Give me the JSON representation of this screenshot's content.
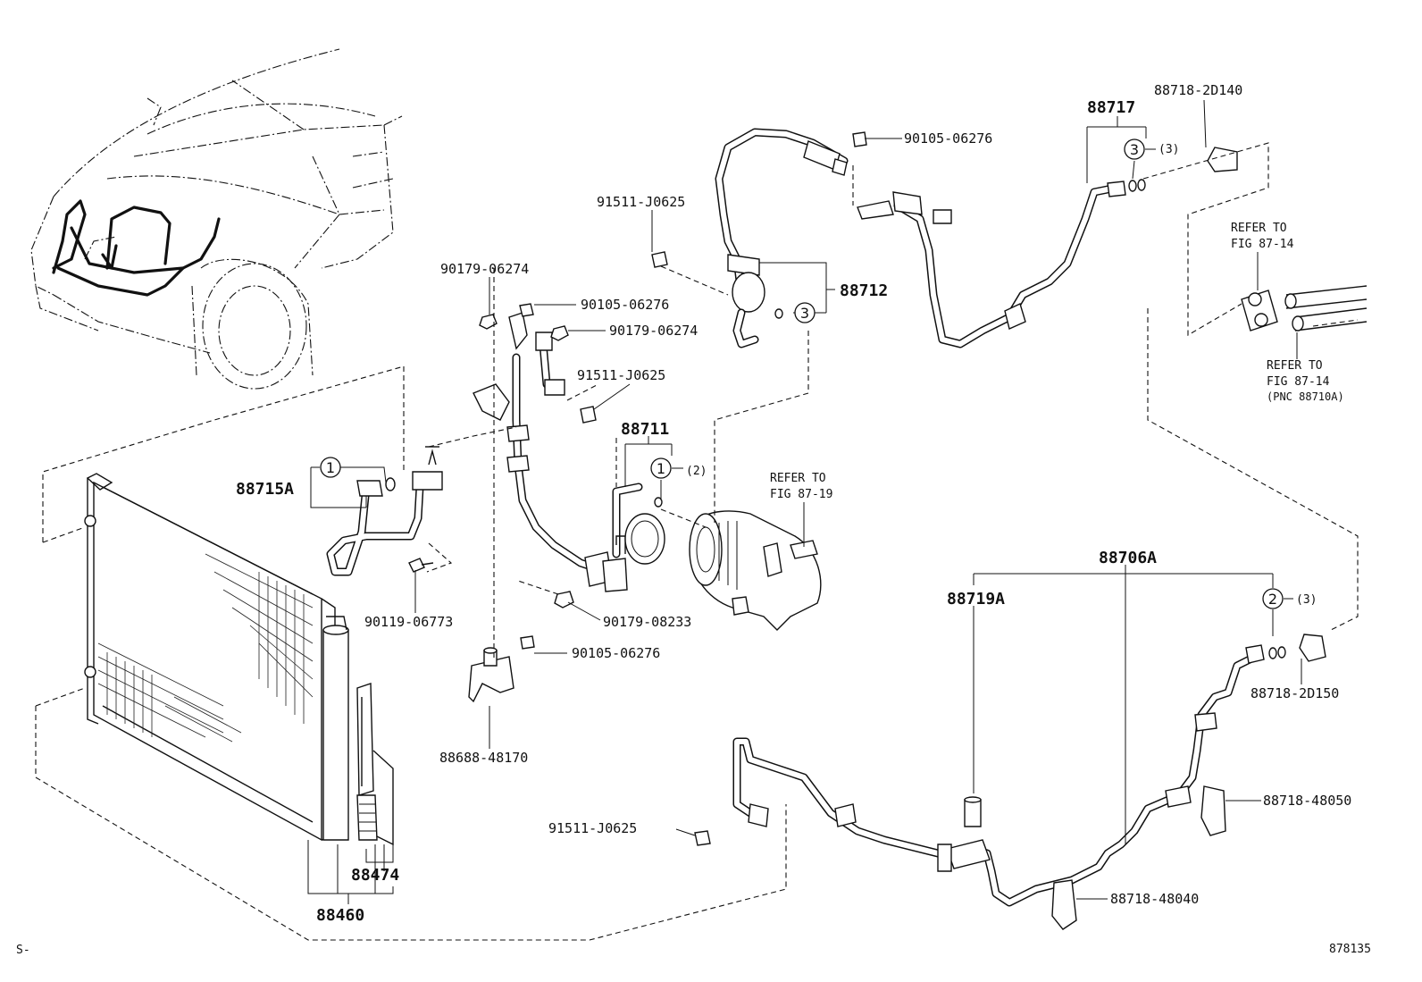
{
  "diagram": {
    "corner_mark": "S-",
    "figure_id": "878135",
    "callouts": {
      "c1a": "1",
      "c1b": "1",
      "c2": "2",
      "c3a": "3",
      "c3b": "3"
    },
    "qty": {
      "q1": "(2)",
      "q2": "(3)",
      "q3": "(3)"
    },
    "parts": {
      "p_88717": "88717",
      "p_88718_2d140": "88718-2D140",
      "p_90105_a": "90105-06276",
      "p_91511_a": "91511-J0625",
      "p_88712": "88712",
      "p_90179_06274_a": "90179-06274",
      "p_90105_b": "90105-06276",
      "p_90179_06274_b": "90179-06274",
      "p_91511_b": "91511-J0625",
      "p_88711": "88711",
      "p_88715a": "88715A",
      "p_90119": "90119-06773",
      "p_90179_08233": "90179-08233",
      "p_90105_c": "90105-06276",
      "p_88688": "88688-48170",
      "p_88706a": "88706A",
      "p_88719a": "88719A",
      "p_88718_2d150": "88718-2D150",
      "p_88718_48050": "88718-48050",
      "p_91511_c": "91511-J0625",
      "p_88718_48040": "88718-48040",
      "p_88474": "88474",
      "p_88460": "88460"
    },
    "refs": {
      "r1_line1": "REFER TO",
      "r1_line2": "FIG 87-14",
      "r2_line1": "REFER TO",
      "r2_line2": "FIG 87-14",
      "r2_line3": "(PNC 88710A)",
      "r3_line1": "REFER TO",
      "r3_line2": "FIG 87-19"
    }
  }
}
